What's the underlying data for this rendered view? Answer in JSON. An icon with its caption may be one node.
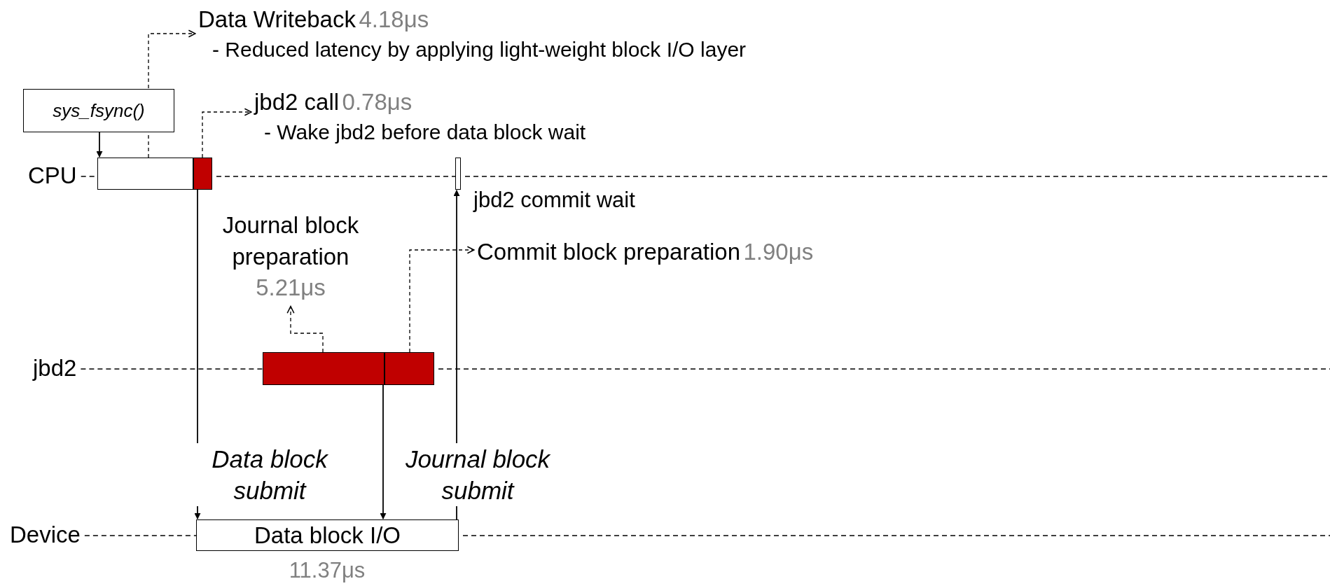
{
  "diagram": {
    "nodes": [
      {
        "text": [
          "sys_fsync()"
        ]
      },
      {
        "text": [],
        "shape": "bar"
      },
      {
        "text": [],
        "shape": "bar"
      },
      {
        "text": [],
        "shape": "bar",
        "beside": [
          "jbd2 commit wait"
        ]
      },
      {
        "text": [],
        "shape": "bar"
      },
      {
        "text": [],
        "shape": "bar"
      },
      {
        "text": [
          "Data block I/O"
        ],
        "beside": [
          "11.37μs"
        ]
      },
      {
        "text": [
          "Data Writeback",
          "4.18μs",
          "- Reduced latency by applying light-weight block I/O layer"
        ]
      },
      {
        "text": [
          "jbd2 call",
          "0.78μs",
          "- Wake jbd2 before data block wait"
        ]
      },
      {
        "text": [
          "Journal block preparation",
          "5.21μs"
        ]
      },
      {
        "text": [
          "Commit block preparation",
          "1.90μs"
        ]
      },
      {
        "text": [
          "CPU"
        ]
      },
      {
        "text": [
          "jbd2"
        ]
      },
      {
        "text": [
          "Device"
        ]
      }
    ],
    "edges": [
      {
        "from": 0,
        "to": 1,
        "arrow": "to"
      },
      {
        "from": 1,
        "to": 7,
        "arrow": "to",
        "style": "dashed"
      },
      {
        "from": 2,
        "to": 8,
        "arrow": "to",
        "style": "dashed"
      },
      {
        "from": 4,
        "to": 9,
        "arrow": "to",
        "style": "dashed"
      },
      {
        "from": 5,
        "to": 10,
        "arrow": "to",
        "style": "dashed"
      },
      {
        "from": 2,
        "to": 6,
        "arrow": "to",
        "label": "Data block submit"
      },
      {
        "from": 4,
        "to": 6,
        "arrow": "to",
        "label": "Journal block submit"
      },
      {
        "from": 6,
        "to": 3,
        "arrow": "to"
      },
      {
        "from": 11,
        "to": 1,
        "arrow": "none",
        "style": "dashed"
      },
      {
        "from": 2,
        "to": 3,
        "arrow": "none",
        "style": "dashed"
      },
      {
        "from": 3,
        "to": null,
        "arrow": "none",
        "style": "dashed"
      },
      {
        "from": 12,
        "to": 4,
        "arrow": "none",
        "style": "dashed"
      },
      {
        "from": 5,
        "to": null,
        "arrow": "none",
        "style": "dashed"
      },
      {
        "from": 13,
        "to": 6,
        "arrow": "none",
        "style": "dashed"
      },
      {
        "from": 6,
        "to": null,
        "arrow": "none",
        "style": "dashed"
      }
    ]
  }
}
